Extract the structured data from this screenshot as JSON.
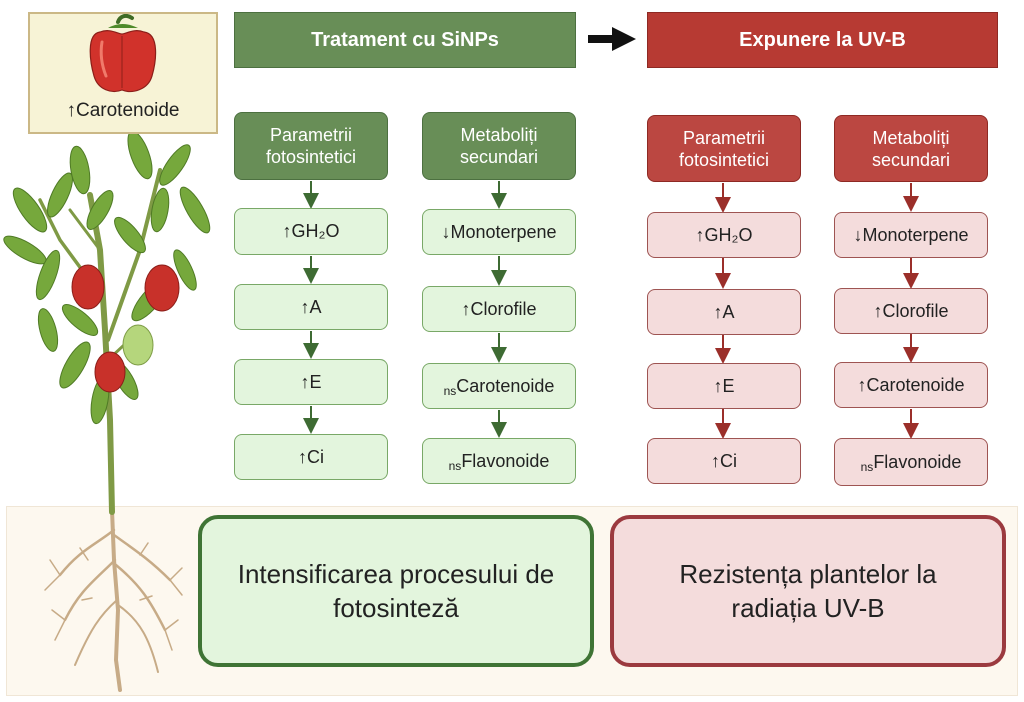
{
  "pepper_box": {
    "label": "↑Carotenoide"
  },
  "header_left": "Tratament cu SiNPs",
  "header_right": "Expunere la UV-B",
  "left": {
    "cat1": {
      "title": "Parametrii fotosintetici",
      "items": [
        "↑GH₂O",
        "↑A",
        "↑E",
        "↑Ci"
      ]
    },
    "cat2": {
      "title": "Metaboliți secundari",
      "items": [
        "↓Monoterpene",
        "↑Clorofile",
        "Carotenoide",
        "Flavonoide"
      ],
      "ns_prefix": "ns"
    }
  },
  "right": {
    "cat1": {
      "title": "Parametrii fotosintetici",
      "items": [
        "↑GH₂O",
        "↑A",
        "↑E",
        "↑Ci"
      ]
    },
    "cat2": {
      "title": "Metaboliți secundari",
      "items": [
        "↓Monoterpene",
        "↑Clorofile",
        "↑Carotenoide",
        "Flavonoide"
      ],
      "ns_prefix": "ns"
    }
  },
  "outcome_left": "Intensificarea procesului de fotosinteză",
  "outcome_right": "Rezistența plantelor la radiația UV-B",
  "colors": {
    "green_dark": "#688e57",
    "green_light": "#e3f5dd",
    "red_dark": "#b73a33",
    "red_light": "#f4dcdc"
  }
}
